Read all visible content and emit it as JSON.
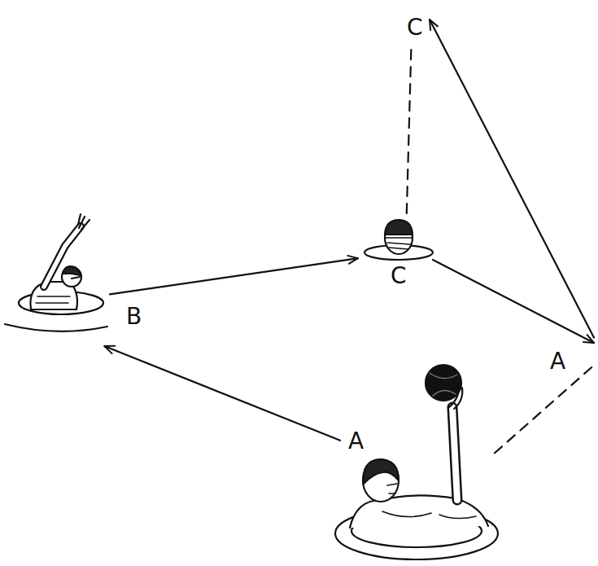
{
  "diagram": {
    "nodes": [
      {
        "text": [
          "C"
        ]
      },
      {
        "text": [
          "B"
        ]
      },
      {
        "text": [
          "C"
        ]
      },
      {
        "text": [
          "A"
        ]
      },
      {
        "text": [
          "A"
        ]
      }
    ],
    "edges": [
      {
        "from": 4,
        "to": 1,
        "arrow": "to"
      },
      {
        "from": 1,
        "to": 2,
        "arrow": "to"
      },
      {
        "from": 2,
        "to": 3,
        "arrow": "to"
      },
      {
        "from": 3,
        "to": 0,
        "arrow": "to"
      },
      {
        "from": 4,
        "to": 3,
        "arrow": "none"
      },
      {
        "from": 2,
        "to": 0,
        "arrow": "none"
      }
    ]
  }
}
